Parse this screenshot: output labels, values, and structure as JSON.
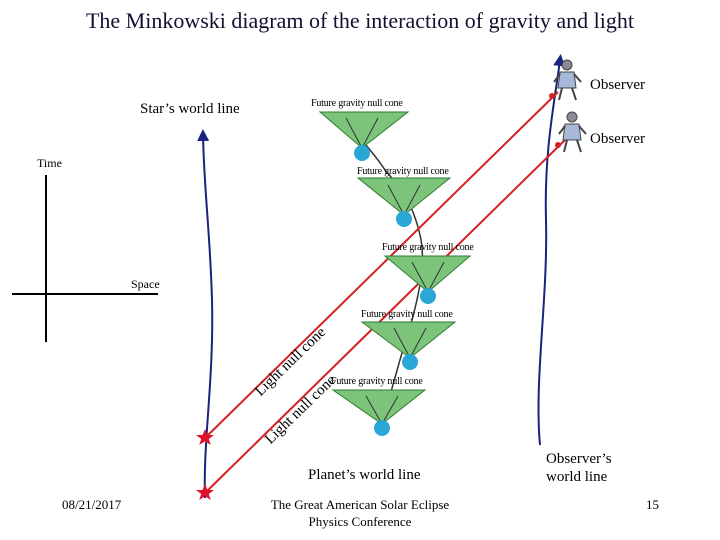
{
  "title": "The Minkowski diagram of the interaction of gravity and light",
  "labels": {
    "observer_top": "Observer",
    "observer_mid": "Observer",
    "star_world_line": "Star’s world line",
    "time_axis": "Time",
    "space_axis": "Space",
    "planet_world_line": "Planet’s world line",
    "observer_world_line": "Observer’s world line",
    "future_cone_1": "Future gravity null cone",
    "future_cone_2": "Future gravity null cone",
    "future_cone_3": "Future gravity null cone",
    "future_cone_4": "Future gravity null cone",
    "future_cone_5": "Future gravity null cone",
    "light_cone_1": "Light null cone",
    "light_cone_2": "Light null cone"
  },
  "footer": {
    "date": "08/21/2017",
    "conference": "The Great American Solar Eclipse",
    "conference_sub": "Physics Conference",
    "page": "15"
  },
  "colors": {
    "light_ray": "#d42020",
    "world_line": "#1a237e",
    "cone_fill": "#7cc47a",
    "cone_stroke": "#2e7d32",
    "event_dot": "#29a8d8",
    "star_marker": "#e0102a"
  },
  "icons": [
    "observer-figure-icon",
    "star-marker-icon"
  ]
}
